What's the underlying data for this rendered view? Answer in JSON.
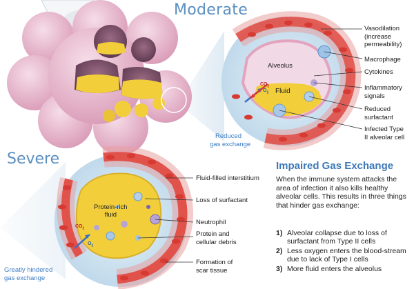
{
  "moderate": {
    "heading": "Moderate",
    "alveolus_label": "Alveolus",
    "fluid_label": "Fluid",
    "co2_label": "CO",
    "co2_sub": "2",
    "o2_label": "O",
    "o2_sub": "2",
    "caption_line1": "Reduced",
    "caption_line2": "gas exchange",
    "callouts": [
      {
        "line1": "Vasodilation",
        "line2": "(increase",
        "line3": "permeability)"
      },
      {
        "line1": "Macrophage"
      },
      {
        "line1": "Cytokines"
      },
      {
        "line1": "Inflammatory",
        "line2": "signals"
      },
      {
        "line1": "Reduced",
        "line2": "surfactant"
      },
      {
        "line1": "Infected Type",
        "line2": "II alveolar cell"
      }
    ]
  },
  "severe": {
    "heading": "Severe",
    "fluid_label_line1": "Protein-rich",
    "fluid_label_line2": "fluid",
    "co2_label": "CO",
    "co2_sub": "2",
    "o2_label": "O",
    "o2_sub": "2",
    "caption_line1": "Greatly hindered",
    "caption_line2": "gas exchange",
    "callouts": [
      {
        "line1": "Fluid-filled interstitium"
      },
      {
        "line1": "Loss of surfactant"
      },
      {
        "line1": "Neutrophil"
      },
      {
        "line1": "Protein and",
        "line2": "cellular debris"
      },
      {
        "line1": "Formation of",
        "line2": "scar tissue"
      }
    ]
  },
  "gas_exchange": {
    "title": "Impaired Gas Exchange",
    "body": "When the immune system attacks the area of infection it also kills healthy alveolar cells. This results in three things that hinder gas exchange:",
    "items": [
      {
        "num": "1)",
        "text": "Alveolar collapse due to loss of surfactant from Type II cells"
      },
      {
        "num": "2)",
        "text": "Less oxygen enters the blood-stream due to lack of Type I cells"
      },
      {
        "num": "3)",
        "text": "More fluid enters the alveolus"
      }
    ]
  },
  "colors": {
    "heading": "#5b8fc0",
    "title": "#3d79b8",
    "caption": "#3a7cc2",
    "lung_tissue": "#e9b8cc",
    "lung_dark": "#7a4a63",
    "fluid": "#f2cf3a",
    "vessel": "#e0524a",
    "rbc": "#d63a33",
    "alveolus_bg": "#f2d9e6",
    "lens": "#cde3f1"
  }
}
